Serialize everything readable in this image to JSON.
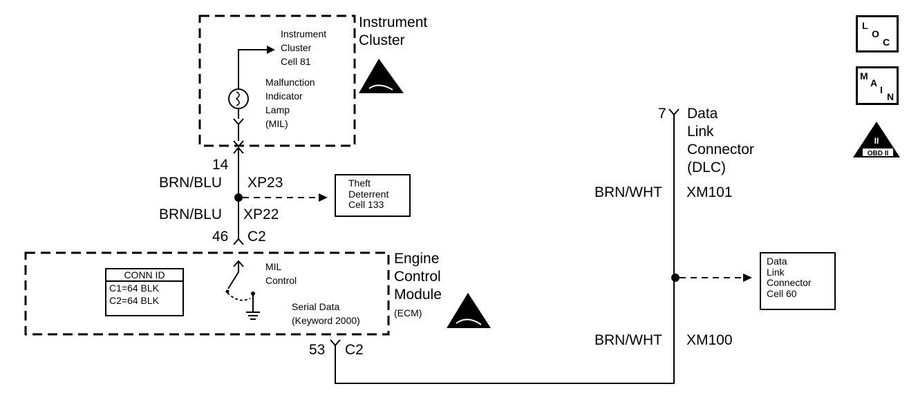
{
  "instrument_cluster": {
    "title_line1": "Instrument",
    "title_line2": "Cluster",
    "ref_line1": "Instrument",
    "ref_line2": "Cluster",
    "ref_line3": "Cell 81",
    "lamp_line1": "Malfunction",
    "lamp_line2": "Indicator",
    "lamp_line3": "Lamp",
    "lamp_line4": "(MIL)"
  },
  "pin_14": "14",
  "wire_brn_blu_top": "BRN/BLU",
  "xp23": "XP23",
  "wire_brn_blu_bottom": "BRN/BLU",
  "xp22": "XP22",
  "pin_46": "46",
  "c2_top": "C2",
  "theft": {
    "line1": "Theft",
    "line2": "Deterrent",
    "line3": "Cell 133"
  },
  "ecm": {
    "title_line1": "Engine",
    "title_line2": "Control",
    "title_line3": "Module",
    "title_line4": "(ECM)",
    "mil_line1": "MIL",
    "mil_line2": "Control",
    "serial_line1": "Serial Data",
    "serial_line2": "(Keyword 2000)"
  },
  "conn_id": {
    "header": "CONN ID",
    "row1": "C1=64 BLK",
    "row2": "C2=64 BLK"
  },
  "pin_53": "53",
  "c2_bottom": "C2",
  "dlc": {
    "pin": "7",
    "line1": "Data",
    "line2": "Link",
    "line3": "Connector",
    "line4": "(DLC)"
  },
  "wire_brn_wht_top": "BRN/WHT",
  "xm101": "XM101",
  "wire_brn_wht_bottom": "BRN/WHT",
  "xm100": "XM100",
  "dlc_cell": {
    "line1": "Data",
    "line2": "Link",
    "line3": "Connector",
    "line4": "Cell 60"
  },
  "icons": {
    "loc": {
      "l": "L",
      "o": "O",
      "c": "C"
    },
    "main": {
      "m": "M",
      "a": "A",
      "i": "I",
      "n": "N"
    },
    "obd": {
      "label": "OBD II"
    }
  }
}
